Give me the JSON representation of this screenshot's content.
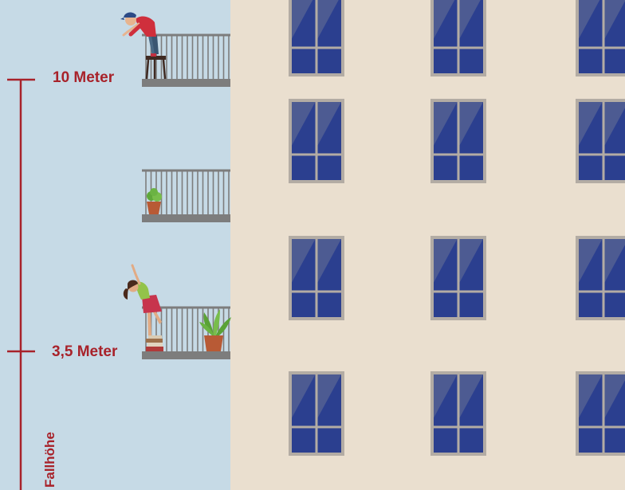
{
  "colors": {
    "sky": "#c6dae6",
    "facade": "#eadfcf",
    "window_frame": "#b3aca4",
    "glass": "#2b3f8f",
    "glass_light": "#4d5b92",
    "railing": "#7d7d7d",
    "accent": "#a8222a"
  },
  "scale": {
    "height_high": "10 Meter",
    "height_low": "3,5 Meter",
    "axis_label": "Fallhöhe"
  },
  "icons": {
    "boy": "boy-leaning-over-railing-icon",
    "girl": "girl-climbing-railing-icon",
    "small_plant": "potted-plant-icon",
    "large_plant": "potted-plant-icon",
    "stool": "stool-icon",
    "books": "book-stack-icon"
  }
}
